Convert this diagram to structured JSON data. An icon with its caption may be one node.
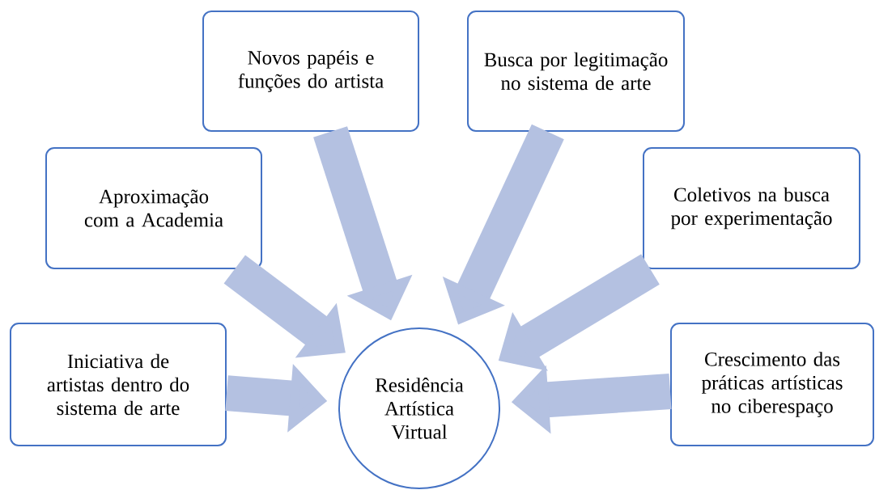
{
  "diagram": {
    "nodes": [
      {
        "text": [
          "Novos papéis e funções do artista"
        ]
      },
      {
        "text": [
          "Busca por legitimação no sistema de arte"
        ]
      },
      {
        "text": [
          "Aproximação com a Academia"
        ]
      },
      {
        "text": [
          "Coletivos na busca por experimentação"
        ]
      },
      {
        "text": [
          "Iniciativa de artistas dentro do sistema de arte"
        ]
      },
      {
        "text": [
          "Residência Artística Virtual"
        ]
      },
      {
        "text": [
          "Crescimento das práticas artísticas no ciberespaço"
        ]
      }
    ],
    "edges": [
      {
        "from": 0,
        "to": 5,
        "arrow": "to"
      },
      {
        "from": 1,
        "to": 5,
        "arrow": "to"
      },
      {
        "from": 2,
        "to": 5,
        "arrow": "to"
      },
      {
        "from": 3,
        "to": 5,
        "arrow": "to"
      },
      {
        "from": 4,
        "to": 5,
        "arrow": "to"
      },
      {
        "from": 6,
        "to": 5,
        "arrow": "to"
      }
    ]
  }
}
